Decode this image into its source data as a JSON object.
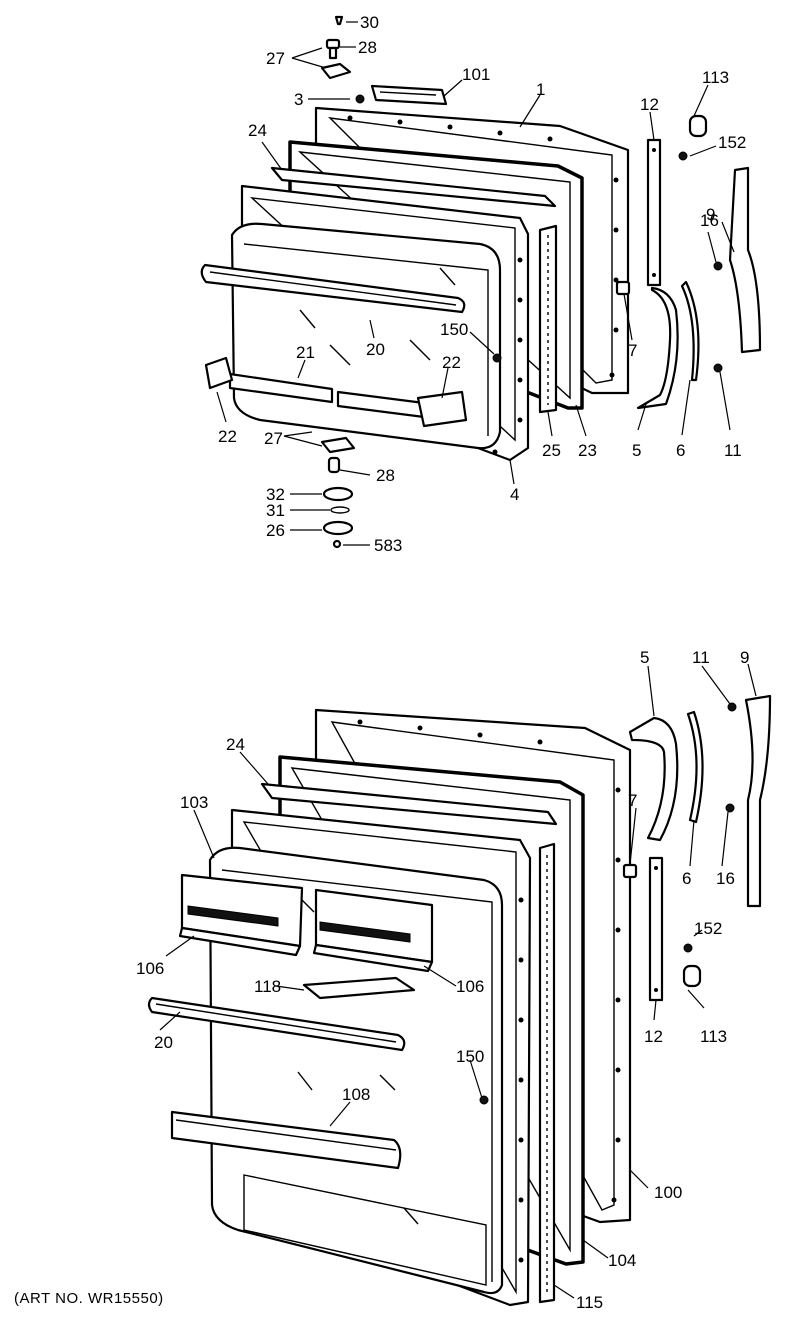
{
  "art_number": "(ART NO. WR15550)",
  "upper_door": {
    "callouts": [
      "30",
      "28",
      "27",
      "101",
      "3",
      "1",
      "12",
      "113",
      "24",
      "152",
      "16",
      "9",
      "150",
      "20",
      "21",
      "22",
      "7",
      "22",
      "25",
      "23",
      "5",
      "6",
      "11",
      "4",
      "27",
      "28",
      "32",
      "31",
      "26",
      "583"
    ]
  },
  "lower_door": {
    "callouts": [
      "5",
      "11",
      "9",
      "24",
      "7",
      "103",
      "6",
      "16",
      "106",
      "152",
      "106",
      "118",
      "113",
      "12",
      "20",
      "150",
      "108",
      "100",
      "104",
      "115"
    ]
  }
}
